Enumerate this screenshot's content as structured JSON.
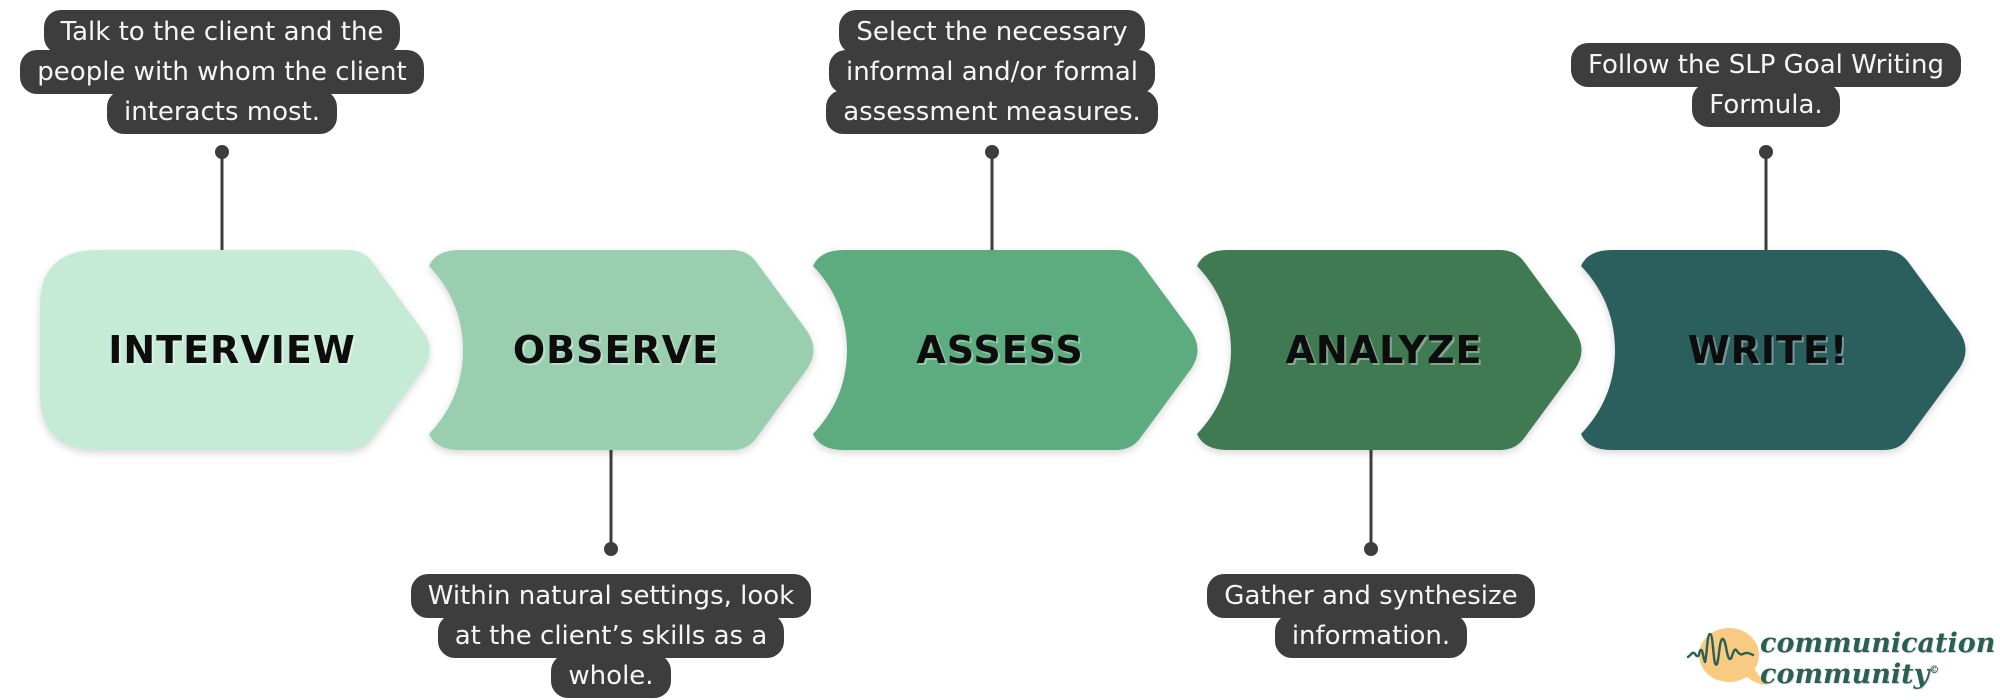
{
  "steps": [
    {
      "label": "INTERVIEW",
      "color": "#c5ebd6",
      "callout": {
        "position": "top",
        "text": "Talk to the client and the\npeople with whom the client\ninteracts most."
      }
    },
    {
      "label": "OBSERVE",
      "color": "#99cfae",
      "callout": {
        "position": "bottom",
        "text": "Within natural settings, look\nat the client’s skills as a\nwhole."
      }
    },
    {
      "label": "ASSESS",
      "color": "#5cac80",
      "callout": {
        "position": "top",
        "text": "Select the necessary\ninformal and/or formal\nassessment measures."
      }
    },
    {
      "label": "ANALYZE",
      "color": "#3f7a53",
      "callout": {
        "position": "bottom",
        "text": "Gather and synthesize\ninformation."
      }
    },
    {
      "label": "WRITE!",
      "color": "#2b5f5e",
      "callout": {
        "position": "top",
        "text": "Follow the SLP Goal Writing\nFormula."
      }
    }
  ],
  "logo": {
    "line1": "communication",
    "line2": "community",
    "mark": "©"
  },
  "theme": {
    "callout-bg": "#3d3d3d",
    "callout-text": "#f6f6f6",
    "connector": "#3d3d3d",
    "label-color": "#0d0d0d",
    "logo-text": "#2a6054",
    "logo-bubble": "#f8ca82"
  }
}
